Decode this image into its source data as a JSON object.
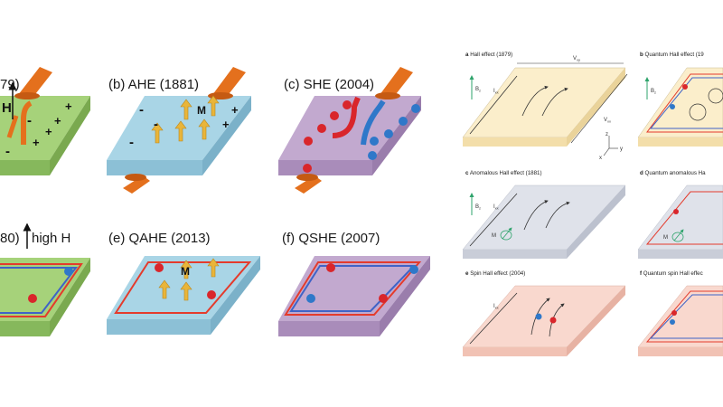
{
  "left_panels": {
    "a": {
      "title": "79)",
      "field_label": "H"
    },
    "b": {
      "title": "(b) AHE (1881)",
      "m_label": "M"
    },
    "c": {
      "title": "(c) SHE (2004)"
    },
    "d": {
      "title": "80)",
      "field_label": "high H"
    },
    "e": {
      "title": "(e) QAHE (2013)",
      "m_label": "M"
    },
    "f": {
      "title": "(f) QSHE (2007)"
    }
  },
  "right_panels": {
    "a": {
      "letter": "a",
      "title": "Hall effect (1879)",
      "b_label": "B",
      "b_sub": "z",
      "i_label": "I",
      "i_sub": "xx",
      "vh_label": "V",
      "vh_sub": "xy",
      "vl_label": "V",
      "vl_sub": "xx",
      "axes": [
        "z",
        "y",
        "x"
      ]
    },
    "b": {
      "letter": "b",
      "title": "Quantum Hall effect (19",
      "b_label": "B",
      "b_sub": "z"
    },
    "c": {
      "letter": "c",
      "title": "Anomalous Hall effect (1881)",
      "b_label": "B",
      "b_sub": "z",
      "i_label": "I",
      "i_sub": "xx",
      "m_label": "M"
    },
    "d": {
      "letter": "d",
      "title": "Quantum anomalous Ha",
      "m_label": "M"
    },
    "e": {
      "letter": "e",
      "title": "Spin Hall effect (2004)",
      "i_label": "I",
      "i_sub": "xx"
    },
    "f": {
      "letter": "f",
      "title": "Quantum spin Hall effec"
    }
  },
  "colors": {
    "green_slab": "#a6d27a",
    "blue_slab": "#a9d5e6",
    "purple_slab": "#c2a9cf",
    "cream_slab": "#fbeecb",
    "gray_slab": "#dfe2ea",
    "pink_slab": "#f9d8ce",
    "edge_red": "#e43b2c",
    "edge_blue": "#3f63c7",
    "electrode": "#e4701d",
    "moment_arrow": "#e9b53a",
    "spin_red": "#d9262b",
    "spin_blue": "#2f78c9"
  }
}
